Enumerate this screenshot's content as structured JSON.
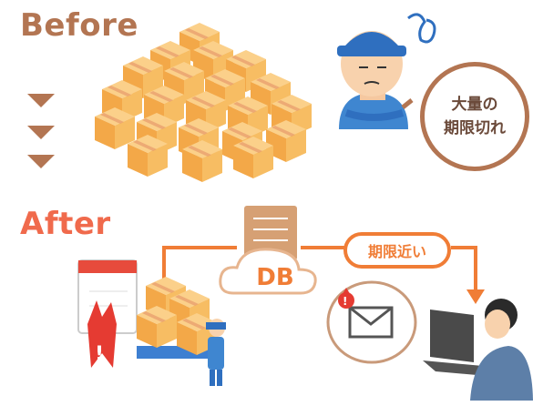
{
  "before_label": "Before",
  "after_label": "After",
  "worker_bubble": {
    "line1": "大量の",
    "line2": "期限切れ"
  },
  "db_label": "DB",
  "limit_tag": "期限近い",
  "colors": {
    "before": "#b37552",
    "after": "#f06a4c",
    "accent": "#f07d36",
    "box": "#f6b85a"
  }
}
